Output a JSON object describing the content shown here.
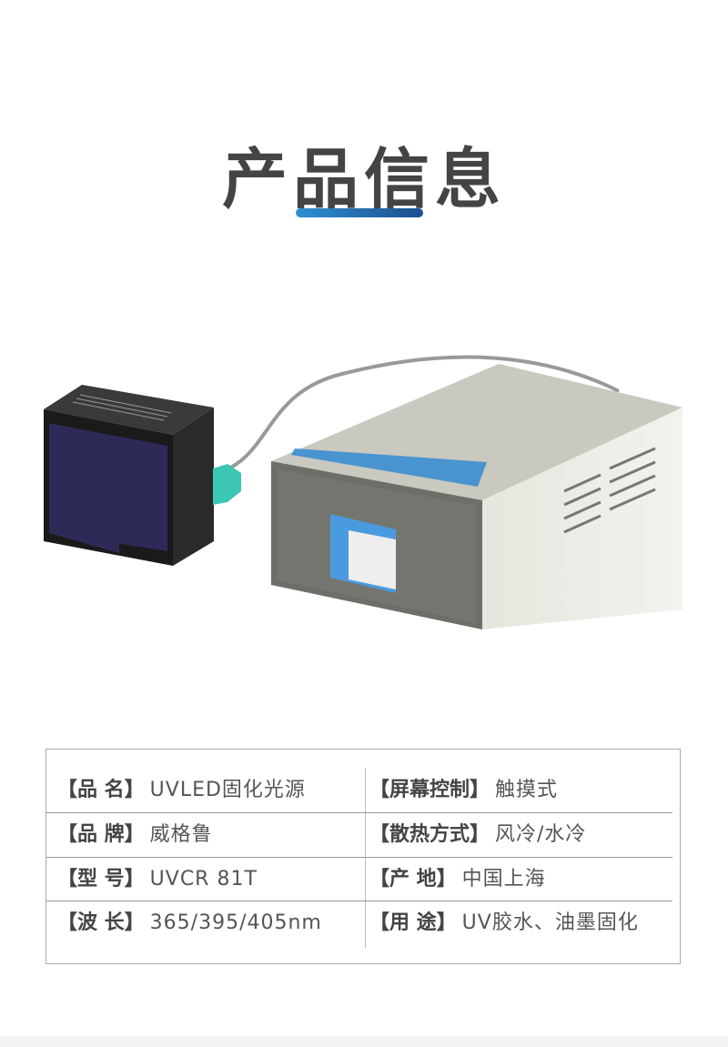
{
  "title": "产品信息",
  "colors": {
    "accent_start": "#2f8fd0",
    "accent_end": "#1b4f8f",
    "title": "#444444"
  },
  "specs": {
    "left": [
      {
        "label": "【品 名】",
        "value": "UVLED固化光源"
      },
      {
        "label": "【品 牌】",
        "value": "威格鲁"
      },
      {
        "label": "【型 号】",
        "value": "UVCR 81T"
      },
      {
        "label": "【波 长】",
        "value": "365/395/405nm"
      }
    ],
    "right": [
      {
        "label": "【屏幕控制】",
        "value": "触摸式"
      },
      {
        "label": "【散热方式】",
        "value": "风冷/水冷"
      },
      {
        "label": "【产 地】",
        "value": "中国上海"
      },
      {
        "label": "【用 途】",
        "value": "UV胶水、油墨固化"
      }
    ]
  }
}
